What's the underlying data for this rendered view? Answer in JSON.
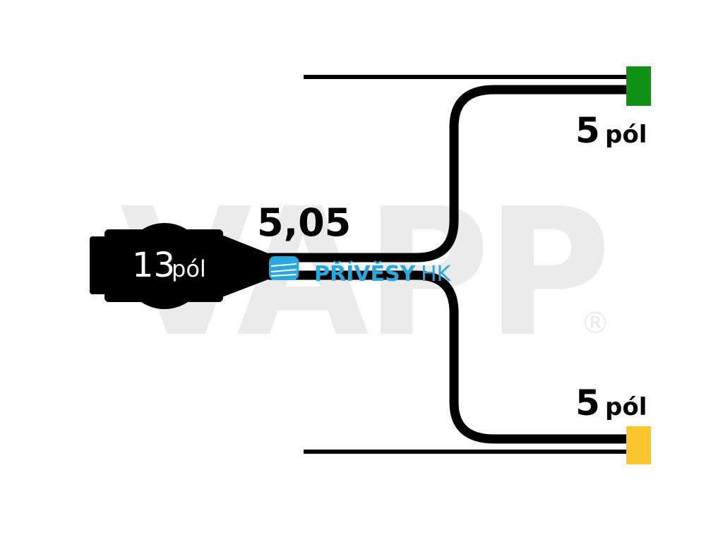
{
  "watermark": {
    "text": "VAPP",
    "registered": "®",
    "color": "#ebebeb"
  },
  "main_connector": {
    "count": "13",
    "unit": "pól",
    "color": "#000000",
    "text_color": "#ffffff"
  },
  "length_label": "5,05",
  "branches": [
    {
      "count": "5",
      "unit": "pól",
      "color": "#119214"
    },
    {
      "count": "5",
      "unit": "pól",
      "color": "#fbc62f"
    }
  ],
  "brand": {
    "part1": "PŘÍVĚSY",
    "part2": "HK",
    "color": "#29a8df"
  }
}
